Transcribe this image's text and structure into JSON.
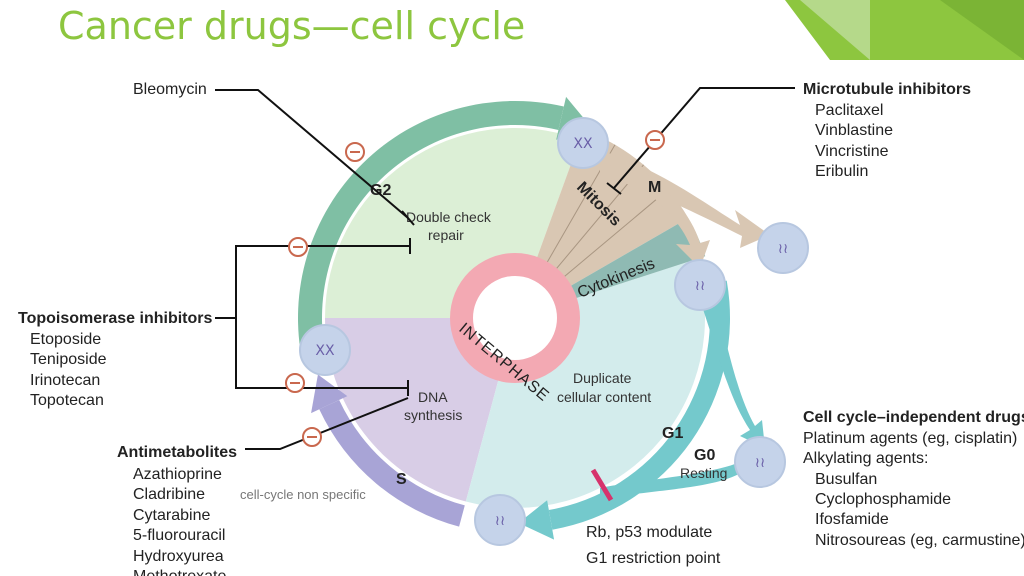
{
  "title": "Cancer drugs—cell cycle",
  "colors": {
    "title": "#8dc63f",
    "g2": "#dcefd6",
    "g2_arrow": "#7fbfa4",
    "mitosis": "#d9c7b3",
    "cytokinesis": "#8fbab3",
    "g1": "#d3ecec",
    "g1_arrow": "#74c9cc",
    "s": "#d8cde6",
    "s_arrow": "#a8a4d6",
    "interphase_ring": "#f3a9b3",
    "cell": "#c5d3ea",
    "restriction": "#d6336c"
  },
  "diagram": {
    "phases": {
      "g2": "G2",
      "m": "M",
      "mitosis": "Mitosis",
      "cytokinesis": "Cytokinesis",
      "interphase": "INTERPHASE",
      "g1": "G1",
      "g0": "G0",
      "resting": "Resting",
      "s": "S"
    },
    "region_labels": {
      "double_check_1": "Double check",
      "double_check_2": "repair",
      "duplicate_1": "Duplicate",
      "duplicate_2": "cellular content",
      "dna_1": "DNA",
      "dna_2": "synthesis"
    },
    "restriction": {
      "line1": "Rb, p53 modulate",
      "line2": "G1 restriction point"
    }
  },
  "drugs": {
    "bleomycin": "Bleomycin",
    "microtubule": {
      "heading": "Microtubule inhibitors",
      "items": [
        "Paclitaxel",
        "Vinblastine",
        "Vincristine",
        "Eribulin"
      ]
    },
    "topoisomerase": {
      "heading": "Topoisomerase inhibitors",
      "items": [
        "Etoposide",
        "Teniposide",
        "Irinotecan",
        "Topotecan"
      ]
    },
    "antimetabolites": {
      "heading": "Antimetabolites",
      "items": [
        "Azathioprine",
        "Cladribine",
        "Cytarabine",
        "5-fluorouracil",
        "Hydroxyurea",
        "Methotrexate"
      ],
      "note": "cell-cycle non specific"
    },
    "independent": {
      "heading": "Cell cycle–independent drugs",
      "items": [
        "Platinum agents (eg, cisplatin)",
        "Alkylating agents:"
      ],
      "alkylating": [
        "Busulfan",
        "Cyclophosphamide",
        "Ifosfamide",
        "Nitrosoureas (eg, carmustine)"
      ]
    }
  }
}
